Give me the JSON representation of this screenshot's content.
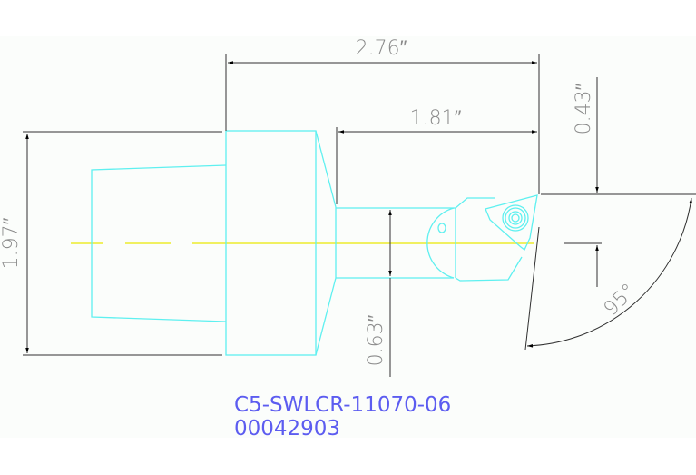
{
  "drawing": {
    "title": "Boring bar holder technical drawing",
    "colors": {
      "background": "#fbfdfb",
      "outline": "#5ef0f0",
      "centerline": "#f0f060",
      "dimension": "#303030",
      "dimension_text": "#8a8a8a",
      "label_text": "#5c5cf0"
    },
    "dimensions": {
      "overall_length": "2.76″",
      "head_length": "1.81″",
      "height_offset": "0.43″",
      "shank_diameter": "1.97″",
      "neck_diameter": "0.63″",
      "lead_angle": "95°"
    },
    "part_label": {
      "model": "C5-SWLCR-11070-06",
      "code": "00042903"
    }
  }
}
